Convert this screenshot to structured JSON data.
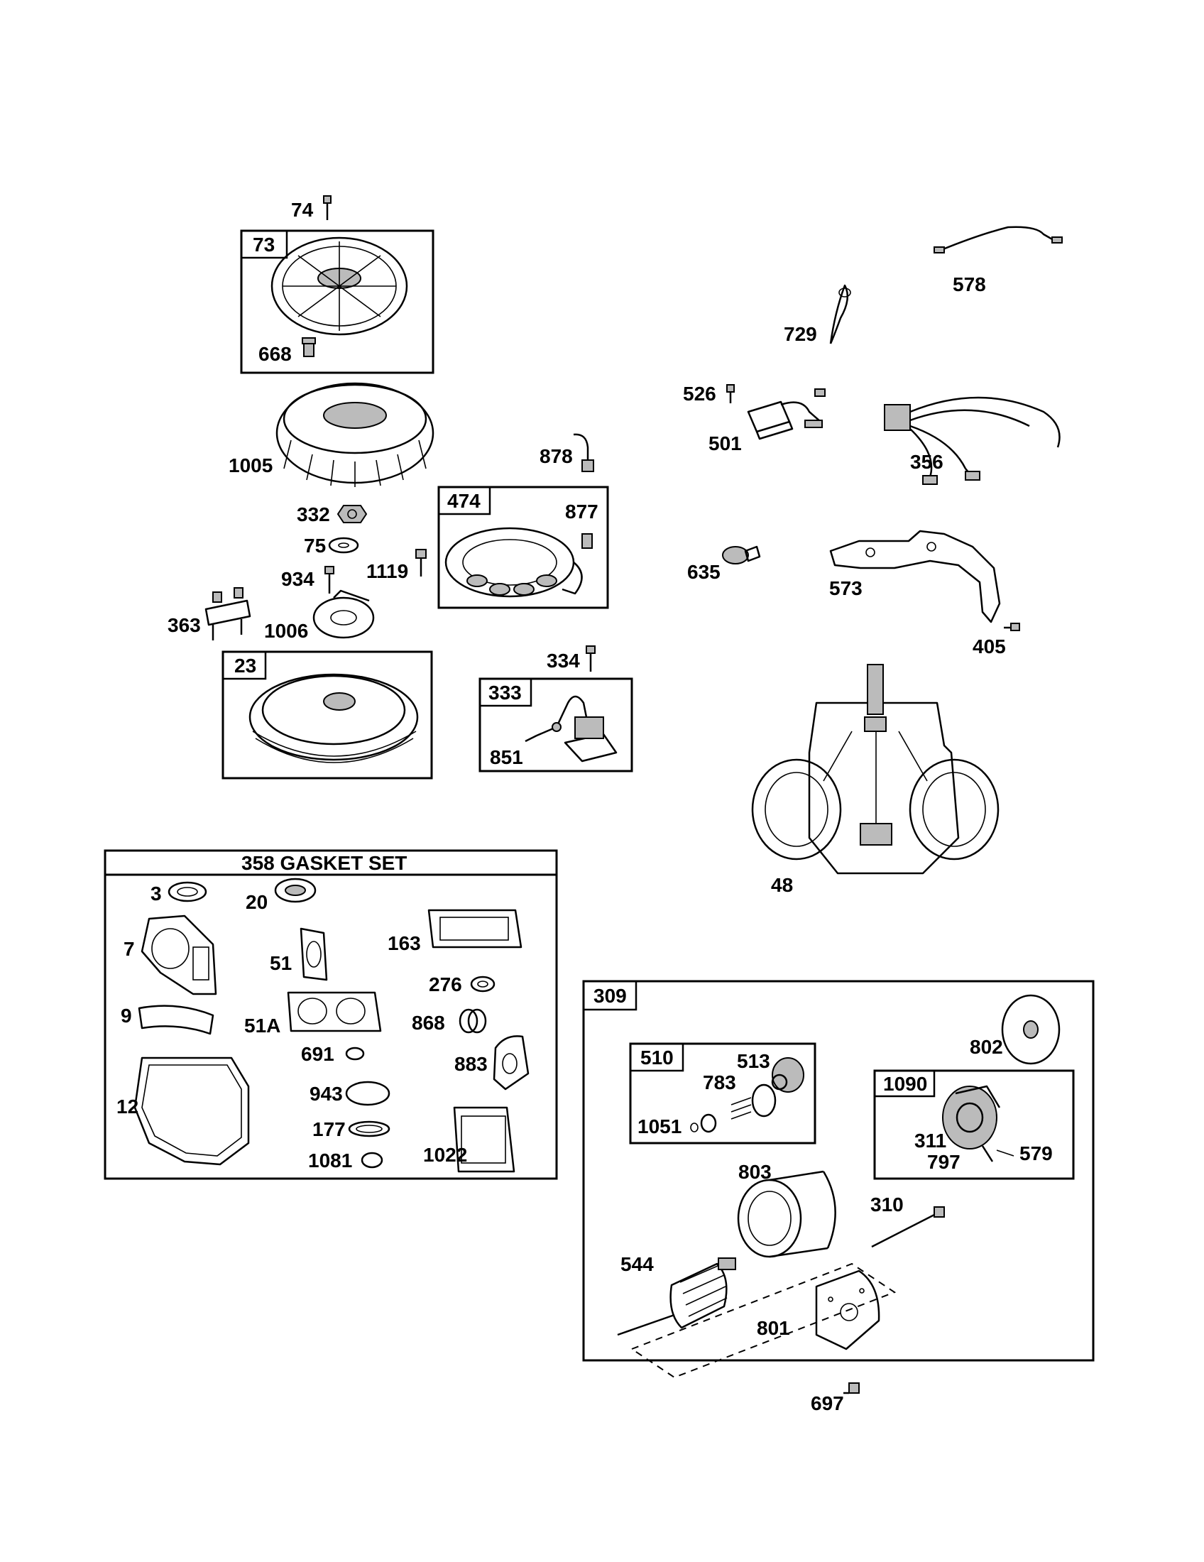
{
  "labels": {
    "p74": "74",
    "p73": "73",
    "p668": "668",
    "p1005": "1005",
    "p332": "332",
    "p75": "75",
    "p934": "934",
    "p1119": "1119",
    "p363": "363",
    "p1006": "1006",
    "p23": "23",
    "p878": "878",
    "p474": "474",
    "p877": "877",
    "p334": "334",
    "p333": "333",
    "p851": "851",
    "p578": "578",
    "p729": "729",
    "p526": "526",
    "p501": "501",
    "p356": "356",
    "p635": "635",
    "p573": "573",
    "p405": "405",
    "p48": "48",
    "p3": "3",
    "p20": "20",
    "p7": "7",
    "p51": "51",
    "p163": "163",
    "p276": "276",
    "p9": "9",
    "p51A": "51A",
    "p868": "868",
    "p691": "691",
    "p883": "883",
    "p12": "12",
    "p943": "943",
    "p177": "177",
    "p1081": "1081",
    "p1022": "1022",
    "p309": "309",
    "p802": "802",
    "p510": "510",
    "p513": "513",
    "p783": "783",
    "p1051": "1051",
    "p1090": "1090",
    "p311": "311",
    "p797": "797",
    "p579": "579",
    "p803": "803",
    "p310": "310",
    "p544": "544",
    "p801": "801",
    "p697": "697"
  },
  "gasket_set_title": "358 GASKET SET"
}
